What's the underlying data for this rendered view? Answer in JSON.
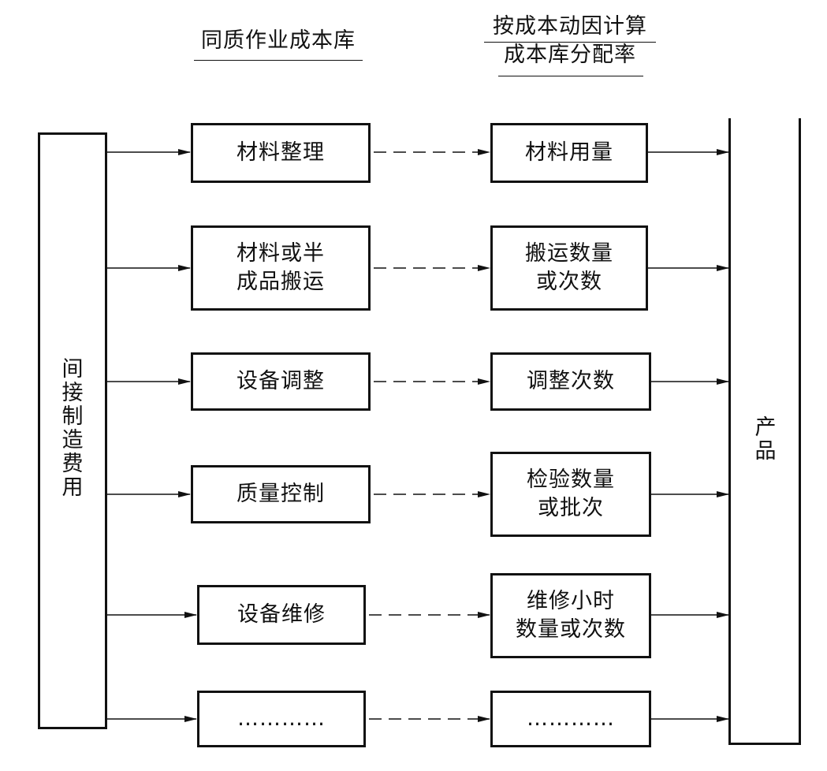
{
  "headers": {
    "pools": "同质作业成本库",
    "rate_line1": "按成本动因计算",
    "rate_line2": "成本库分配率"
  },
  "source": {
    "label": "间接制造费用"
  },
  "target": {
    "label": "产品"
  },
  "rows": [
    {
      "pool": "材料整理",
      "driver": "材料用量"
    },
    {
      "pool": "材料或半\n成品搬运",
      "driver": "搬运数量\n或次数"
    },
    {
      "pool": "设备调整",
      "driver": "调整次数"
    },
    {
      "pool": "质量控制",
      "driver": "检验数量\n或批次"
    },
    {
      "pool": "设备维修",
      "driver": "维修小时\n数量或次数"
    },
    {
      "pool": "…………",
      "driver": "…………"
    }
  ],
  "colors": {
    "line": "#111111",
    "background": "#ffffff"
  }
}
